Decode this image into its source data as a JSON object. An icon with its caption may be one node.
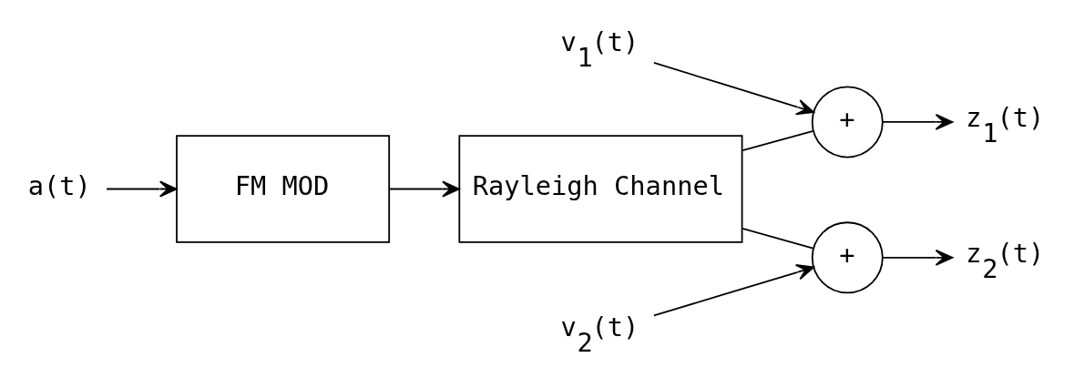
{
  "diagram": {
    "nodes": [
      {
        "text": [
          "a(t)"
        ]
      },
      {
        "text": [
          "FM MOD"
        ]
      },
      {
        "text": [
          "Rayleigh Channel"
        ]
      },
      {
        "text": [
          "+"
        ]
      },
      {
        "text": [
          "v$_{1}$(t)"
        ]
      },
      {
        "text": [
          "z$_{1}$(t)"
        ]
      },
      {
        "text": [
          "+"
        ]
      },
      {
        "text": [
          "z$_{2}$(t)"
        ]
      },
      {
        "text": [
          "v$_{2}$(t)"
        ]
      }
    ],
    "edges": [
      {
        "from": 0,
        "to": 1,
        "arrow": "to"
      },
      {
        "from": 1,
        "to": 2,
        "arrow": "to"
      },
      {
        "from": 2,
        "to": 3,
        "arrow": "none"
      },
      {
        "from": 2,
        "to": 6,
        "arrow": "none"
      },
      {
        "from": 4,
        "to": 3,
        "arrow": "to"
      },
      {
        "from": 3,
        "to": 5,
        "arrow": "to"
      },
      {
        "from": 6,
        "to": 7,
        "arrow": "to"
      },
      {
        "from": 8,
        "to": 6,
        "arrow": "to"
      }
    ]
  }
}
